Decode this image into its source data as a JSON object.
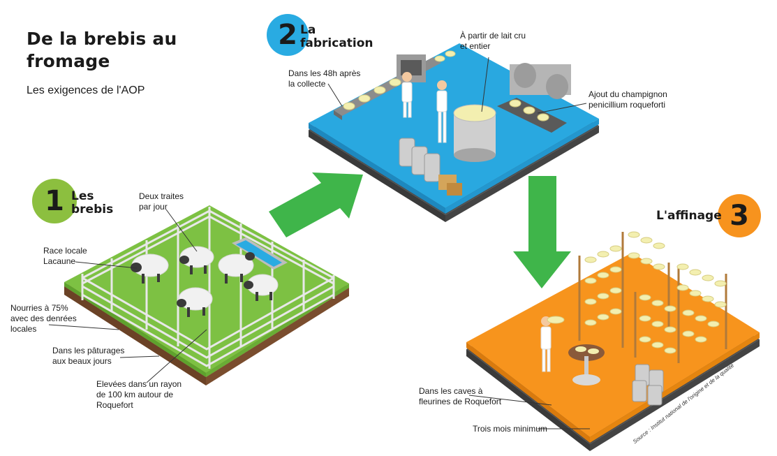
{
  "header": {
    "title_line1": "De la brebis au",
    "title_line2": "fromage",
    "subtitle": "Les exigences de l'AOP"
  },
  "colors": {
    "green_badge": "#8cbf3f",
    "blue_badge": "#29abe2",
    "orange_badge": "#f7931e",
    "arrow_green": "#3fb54a",
    "grass": "#7dc143",
    "water_blue": "#29a8e0",
    "cave_orange": "#f7941d"
  },
  "sections": [
    {
      "number": "1",
      "title_line1": "Les",
      "title_line2": "brebis",
      "labels": [
        {
          "line1": "Deux traites",
          "line2": "par jour"
        },
        {
          "line1": "Race locale",
          "line2": "Lacaune"
        },
        {
          "line1": "Nourries à 75%",
          "line2": "avec des denrées",
          "line3": "locales"
        },
        {
          "line1": "Dans les pâturages",
          "line2": "aux beaux jours"
        },
        {
          "line1": "Elevées dans un rayon",
          "line2": "de 100 km autour de",
          "line3": "Roquefort"
        }
      ]
    },
    {
      "number": "2",
      "title_line1": "La",
      "title_line2": "fabrication",
      "labels": [
        {
          "line1": "À partir de lait cru",
          "line2": "et entier"
        },
        {
          "line1": "Dans les 48h après",
          "line2": "la collecte"
        },
        {
          "line1": "Ajout du champignon",
          "line2": "penicillium roqueforti"
        }
      ]
    },
    {
      "number": "3",
      "title": "L'affinage",
      "labels": [
        {
          "line1": "Dans les caves à",
          "line2": "fleurines de Roquefort"
        },
        {
          "line1": "Trois mois minimum"
        }
      ]
    }
  ],
  "source": "Source : Institut national de l'origine et de la qualité"
}
